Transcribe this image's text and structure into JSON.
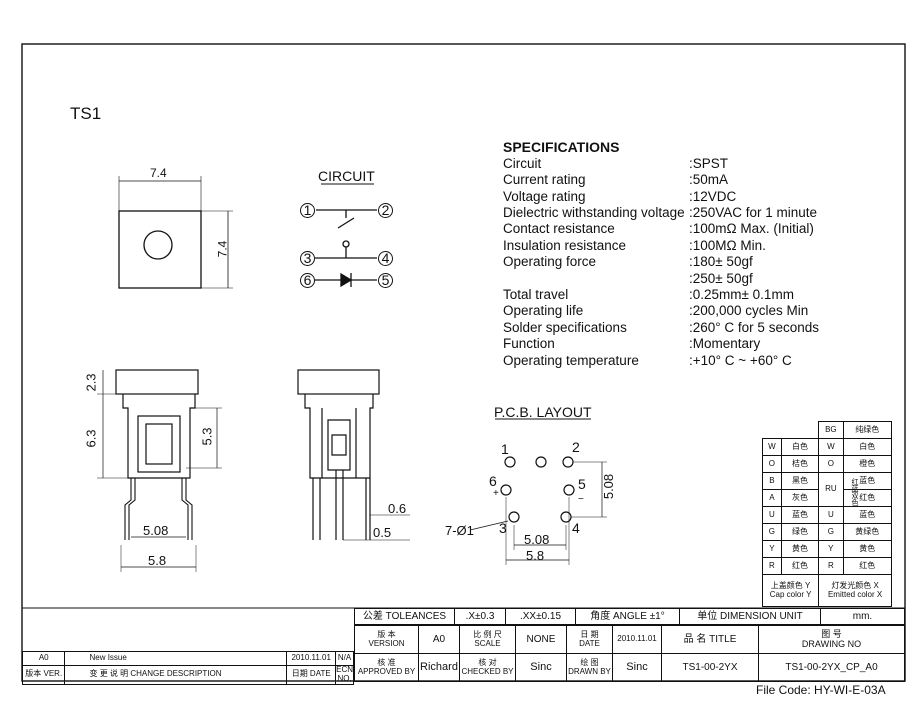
{
  "drawing": {
    "part_title": "TS1",
    "circuit_label": "CIRCUIT",
    "pcb_label": "P.C.B. LAYOUT",
    "file_code": "File Code: HY-WI-E-03A"
  },
  "circuit": {
    "pins": [
      "1",
      "2",
      "3",
      "4",
      "6",
      "5"
    ]
  },
  "dimensions": {
    "top_width": "7.4",
    "top_height": "7.4",
    "cap_height": "2.3",
    "body_height": "6.3",
    "pin_len": "5.3",
    "pin_spacing": "5.08",
    "body_width": "5.8",
    "pin_w1": "0.6",
    "pin_w2": "0.5",
    "pcb_pitch_h": "5.08",
    "pcb_pitch_v": "5.08",
    "pcb_width": "5.8",
    "pcb_hole": "7-Ø1",
    "pcb_plus": "+",
    "pcb_minus": "−"
  },
  "pcb_pins": [
    "1",
    "2",
    "6",
    "5",
    "3",
    "4"
  ],
  "specifications": {
    "title": "SPECIFICATIONS",
    "rows": [
      {
        "label": "Circuit",
        "value": ":SPST"
      },
      {
        "label": "Current rating",
        "value": ":50mA"
      },
      {
        "label": "Voltage rating",
        "value": ":12VDC"
      },
      {
        "label": "Dielectric withstanding voltage",
        "value": ":250VAC for 1 minute"
      },
      {
        "label": "Contact resistance",
        "value": ":100mΩ  Max. (Initial)"
      },
      {
        "label": "Insulation resistance",
        "value": ":100MΩ  Min."
      },
      {
        "label": "Operating force",
        "value": ":180± 50gf"
      },
      {
        "label": "",
        "value": ":250± 50gf"
      },
      {
        "label": "Total travel",
        "value": ":0.25mm± 0.1mm"
      },
      {
        "label": "Operating life",
        "value": ":200,000 cycles Min"
      },
      {
        "label": "Solder specifications",
        "value": ":260° C for 5 seconds"
      },
      {
        "label": "Function",
        "value": ":Momentary"
      },
      {
        "label": "Operating temperature",
        "value": ":+10° C ~ +60° C"
      }
    ]
  },
  "color_table": {
    "bg_header": "BG",
    "bg_header_value": "纯绿色",
    "rows": [
      {
        "c1": "W",
        "c2": "白色",
        "c3": "W",
        "c4": "白色"
      },
      {
        "c1": "O",
        "c2": "桔色",
        "c3": "O",
        "c4": "橙色"
      },
      {
        "c1": "B",
        "c2": "黑色",
        "c3": "RU",
        "c4": "蓝色"
      },
      {
        "c1": "A",
        "c2": "灰色",
        "c3": "",
        "c4": "红色"
      },
      {
        "c1": "U",
        "c2": "蓝色",
        "c3": "U",
        "c4": "蓝色"
      },
      {
        "c1": "G",
        "c2": "绿色",
        "c3": "G",
        "c4": "黄绿色"
      },
      {
        "c1": "Y",
        "c2": "黄色",
        "c3": "Y",
        "c4": "黄色"
      },
      {
        "c1": "R",
        "c2": "红色",
        "c3": "R",
        "c4": "红色"
      }
    ],
    "ru_side": "红蓝双色",
    "footer_left_cn": "上盖颜色 Y",
    "footer_left_en": "Cap color Y",
    "footer_right_cn": "灯发光颜色 X",
    "footer_right_en": "Emitted color X"
  },
  "title_block": {
    "tolerances_label": "公差 TOLEANCES",
    "tol_x": ".X±0.3",
    "tol_xx": ".XX±0.15",
    "angle": "角度 ANGLE ±1°",
    "unit_label": "单位  DIMENSION UNIT",
    "unit_value": "mm.",
    "version_cn": "版 本",
    "version_en": "VERSION",
    "version_value": "A0",
    "scale_cn": "比 例 尺",
    "scale_en": "SCALE",
    "scale_value": "NONE",
    "date_cn": "日 期",
    "date_en": "DATE",
    "date_value": "2010.11.01",
    "title_cn": "品  名   TITLE",
    "drawing_no_cn": "图  号",
    "drawing_no_en": "DRAWING NO",
    "approved_cn": "核 准",
    "approved_en": "APPROVED BY",
    "approved_value": "Richard",
    "checked_cn": "核 对",
    "checked_en": "CHECKED BY",
    "checked_value": "Sinc",
    "drawn_cn": "绘 图",
    "drawn_en": "DRAWN BY",
    "drawn_value": "Sinc",
    "title_value": "TS1-00-2YX",
    "drawing_no_value": "TS1-00-2YX_CP_A0",
    "rev_ver": "A0",
    "rev_desc": "New Issue",
    "rev_date": "2010.11.01",
    "rev_ecn": "N/A",
    "hdr_ver": "版本 VER.",
    "hdr_desc": "变 更 说 明   CHANGE DESCRIPTION",
    "hdr_date": "日期 DATE",
    "hdr_ecn": "ECN NO."
  }
}
